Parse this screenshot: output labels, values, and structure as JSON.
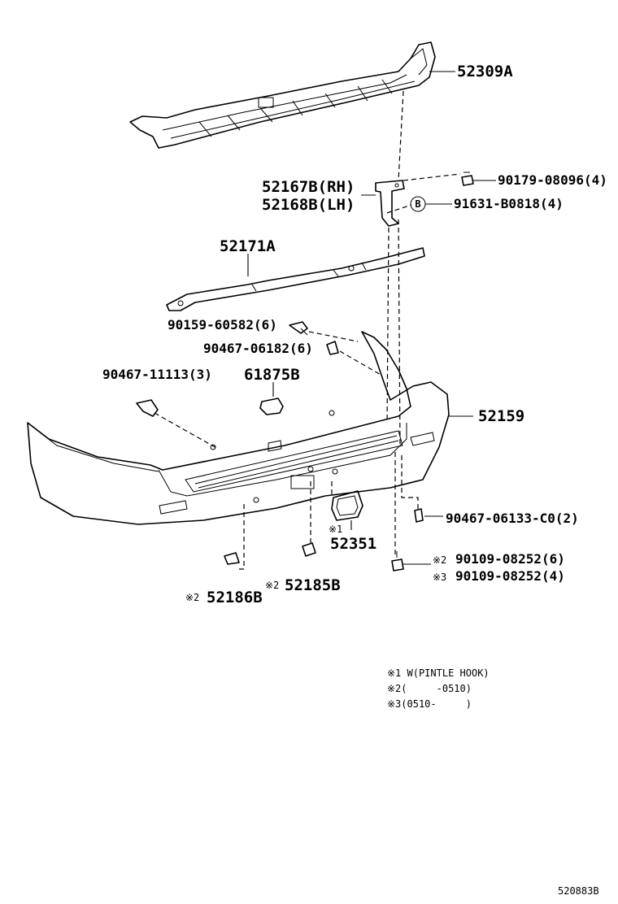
{
  "labels": {
    "upper_cover": "52309A",
    "bracket_rh": "52167B(RH)",
    "bracket_lh": "52168B(LH)",
    "nut_90179": "90179-08096(4)",
    "bolt_b_marker": "B",
    "bolt_91631": "91631-B0818(4)",
    "reinforcement": "52171A",
    "screw_90159": "90159-60582(6)",
    "clip_90467_06182": "90467-06182(6)",
    "clip_90467_11113": "90467-11113(3)",
    "cap_61875B": "61875B",
    "bumper_cover": "52159",
    "clip_90467_06133": "90467-06133-C0(2)",
    "note_ref_1": "※1",
    "pintle_cover": "52351",
    "bolt_mark_2": "※2",
    "bolt_90109_a": "90109-08252(6)",
    "bolt_mark_3": "※3",
    "bolt_90109_b": "90109-08252(4)",
    "retainer_185B_mark": "※2",
    "retainer_185B": "52185B",
    "retainer_186B_mark": "※2",
    "retainer_186B": "52186B"
  },
  "notes": [
    "※1 W(PINTLE HOOK)",
    "※2(     -0510)",
    "※3(0510-     )"
  ],
  "figure_id": "520883B"
}
